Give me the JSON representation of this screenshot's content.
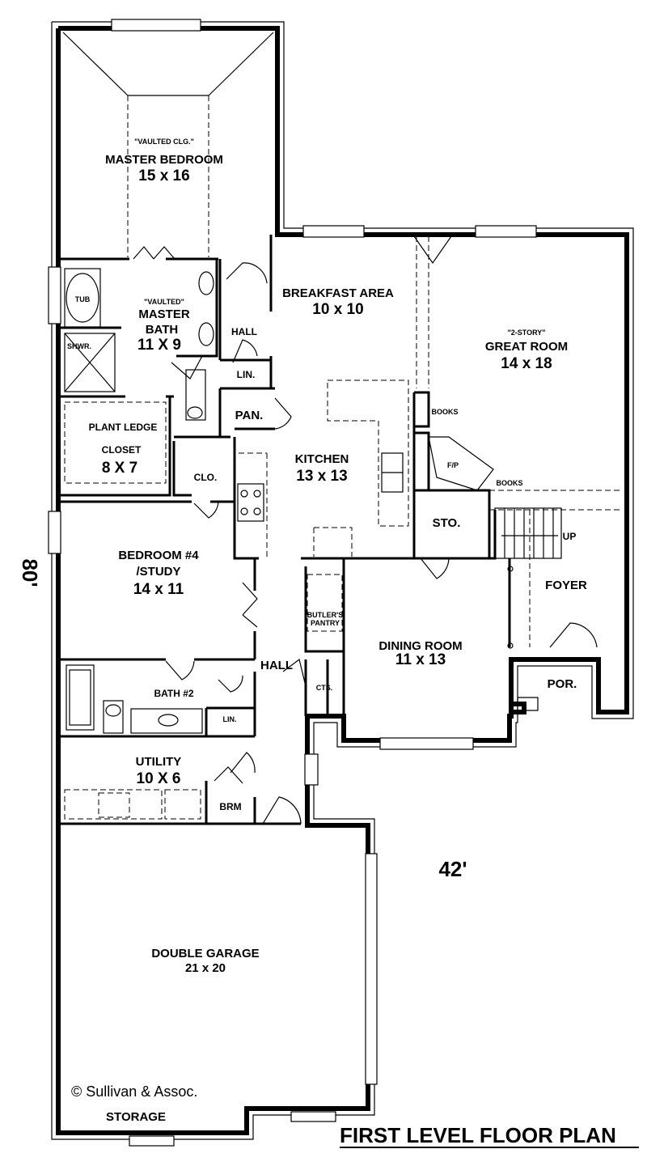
{
  "rooms": {
    "master_vaulted": "\"VAULTED CLG.\"",
    "master_name": "MASTER BEDROOM",
    "master_size": "15 x 16",
    "bath_vaulted": "\"VAULTED\"",
    "bath_name_1": "MASTER",
    "bath_name_2": "BATH",
    "bath_size": "11 X 9",
    "tub": "TUB",
    "shwr": "SHWR.",
    "hall_top": "HALL",
    "lin_top": "LIN.",
    "pan": "PAN.",
    "breakfast_name": "BREAKFAST AREA",
    "breakfast_size": "10 x 10",
    "great_story": "\"2-STORY\"",
    "great_name": "GREAT ROOM",
    "great_size": "14 x 18",
    "books_1": "BOOKS",
    "books_2": "BOOKS",
    "fp": "F/P",
    "kitchen_name": "KITCHEN",
    "kitchen_size": "13 x 13",
    "plant_ledge": "PLANT LEDGE",
    "closet_name": "CLOSET",
    "closet_size": "8 X 7",
    "clo": "CLO.",
    "sto": "STO.",
    "up": "UP",
    "foyer": "FOYER",
    "bed4_name_1": "BEDROOM #4",
    "bed4_name_2": "/STUDY",
    "bed4_size": "14 x 11",
    "butler_1": "BUTLER'S",
    "butler_2": "PANTRY",
    "dining_name": "DINING ROOM",
    "dining_size": "11 x 13",
    "hall_mid": "HALL",
    "cts": "CTS.",
    "por": "POR.",
    "bath2": "BATH #2",
    "lin_mid": "LIN.",
    "utility_name": "UTILITY",
    "utility_size": "10 X 6",
    "brm": "BRM",
    "garage_name": "DOUBLE GARAGE",
    "garage_size": "21 x 20",
    "storage": "STORAGE"
  },
  "dimensions": {
    "depth": "80'",
    "width": "42'"
  },
  "copyright": "© Sullivan & Assoc.",
  "title": "FIRST LEVEL FLOOR PLAN"
}
